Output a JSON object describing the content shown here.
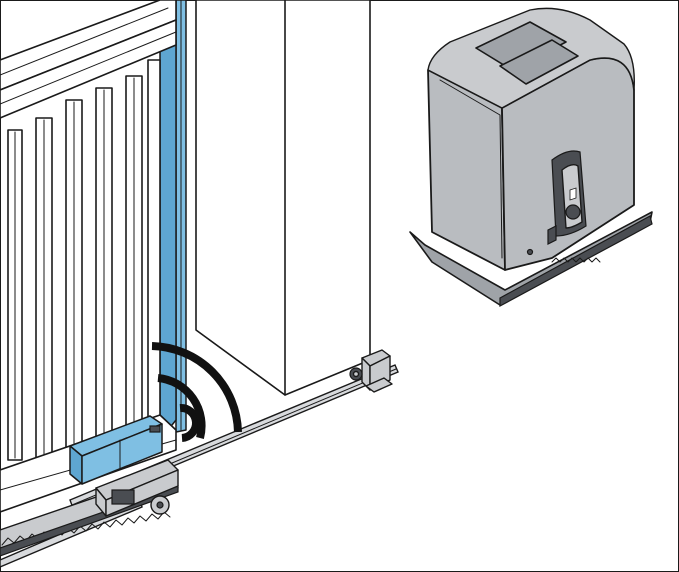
{
  "figure": {
    "caption": "",
    "components": [
      {
        "id": "sliding-gate",
        "kind": "gate"
      },
      {
        "id": "gate-pillar",
        "kind": "post"
      },
      {
        "id": "gate-motor-unit",
        "kind": "motor"
      },
      {
        "id": "wireless-edge-transmitter",
        "kind": "sensor"
      },
      {
        "id": "receiver-photocell",
        "kind": "sensor"
      },
      {
        "id": "gear-rack",
        "kind": "rack"
      },
      {
        "id": "ground-rail",
        "kind": "rail"
      }
    ],
    "signal_waves": 3,
    "colors": {
      "accent_blue": "#7fbfe3",
      "motor_gray": "#b9bcc0",
      "outline": "#1a1a1a"
    }
  }
}
